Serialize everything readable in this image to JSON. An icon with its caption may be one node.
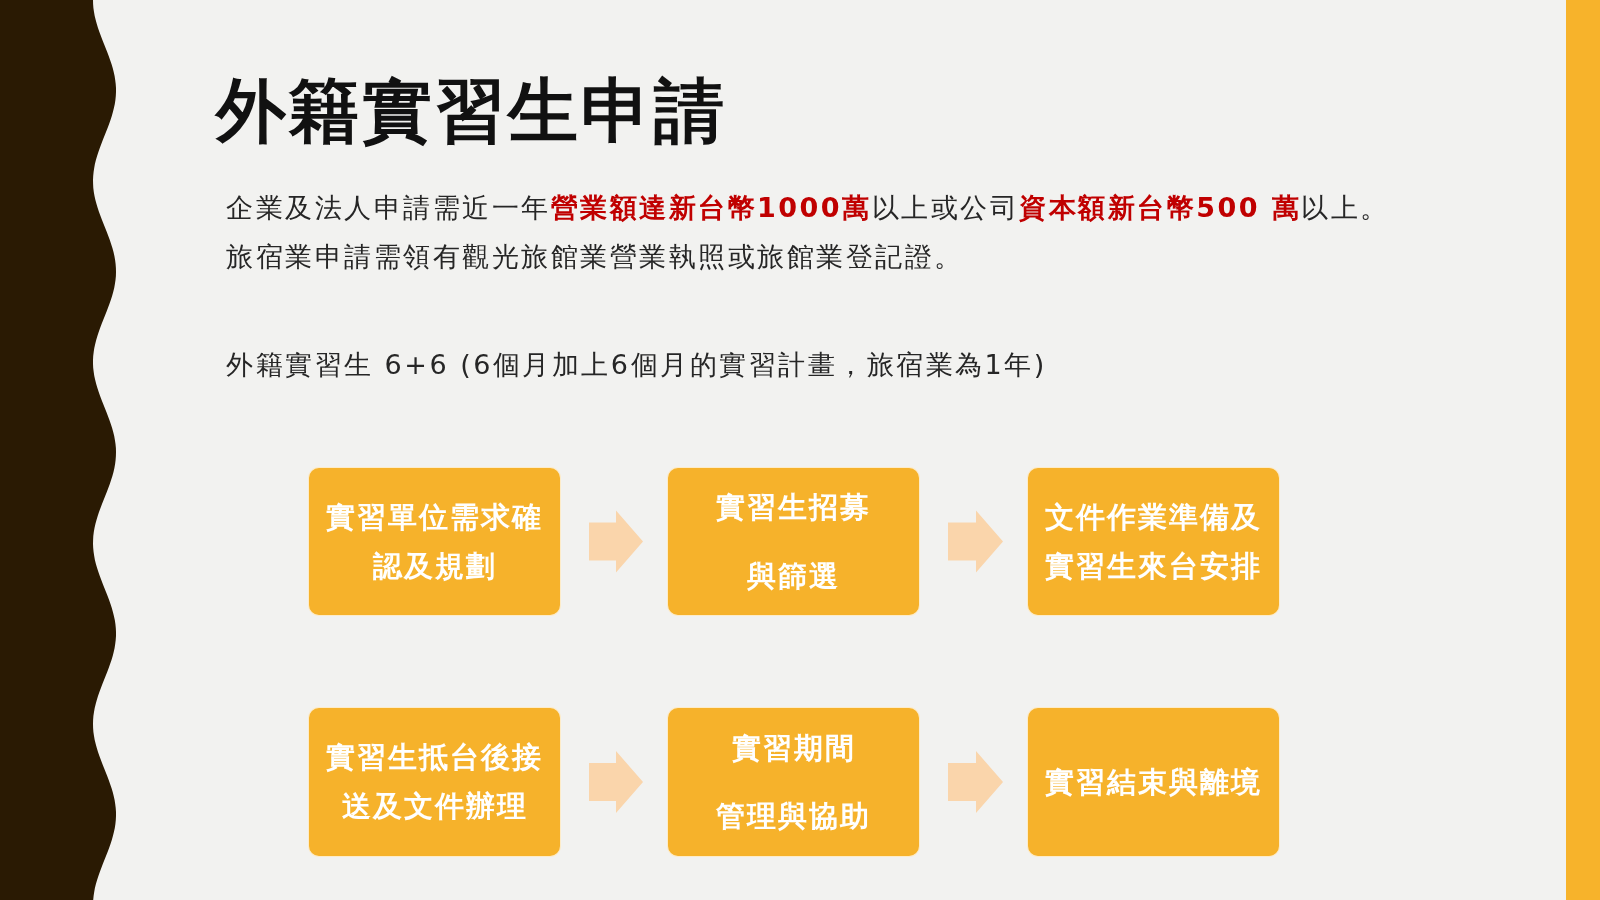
{
  "diagram": {
    "title": "外籍實習生申請",
    "nodes": [
      {
        "text": [
          "實習單位需求確認及規劃"
        ]
      },
      {
        "text": [
          "實習生招募",
          "與篩選"
        ]
      },
      {
        "text": [
          "文件作業準備及實習生來台安排"
        ]
      },
      {
        "text": [
          "實習生抵台後接送及文件辦理"
        ]
      },
      {
        "text": [
          "實習期間",
          "管理與協助"
        ]
      },
      {
        "text": [
          "實習結束與離境"
        ]
      }
    ],
    "edges": [
      {
        "from": 0,
        "to": 1,
        "arrow": "to"
      },
      {
        "from": 1,
        "to": 2,
        "arrow": "to"
      },
      {
        "from": 3,
        "to": 4,
        "arrow": "to"
      },
      {
        "from": 4,
        "to": 5,
        "arrow": "to"
      }
    ],
    "labels": [
      "企業及法人申請需近一年**營業額達新台幣1000萬**以上或公司**資本額新台幣500 萬**以上。",
      "旅宿業申請需領有觀光旅館業營業執照或旅館業登記證。",
      "外籍實習生 6+6 (6個月加上6個月的實習計畫，旅宿業為1年)"
    ]
  }
}
